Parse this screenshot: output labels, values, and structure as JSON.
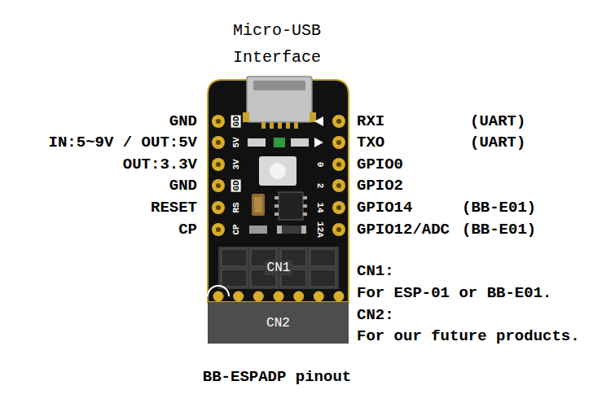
{
  "diagram": {
    "caption": "BB-ESPADP pinout",
    "nodes": [
      {
        "text": [
          "CN1"
        ]
      },
      {
        "text": [
          "CN2"
        ]
      }
    ],
    "labels": [
      "Micro-USB Interface",
      "GND",
      "IN:5~9V / OUT:5V",
      "OUT:3.3V",
      "GND",
      "RESET",
      "CP",
      "RXI",
      "(UART)",
      "TXO",
      "(UART)",
      "GPIO0",
      "GPIO2",
      "GPIO14",
      "(BB-E01)",
      "GPIO12/ADC",
      "(BB-E01)",
      "CN1:",
      "For ESP-01 or BB-E01.",
      "CN2:",
      "For our future products.",
      "GD",
      "5V",
      "3V",
      "GD",
      "RS",
      "CP",
      "0",
      "2",
      "14",
      "12A"
    ]
  }
}
